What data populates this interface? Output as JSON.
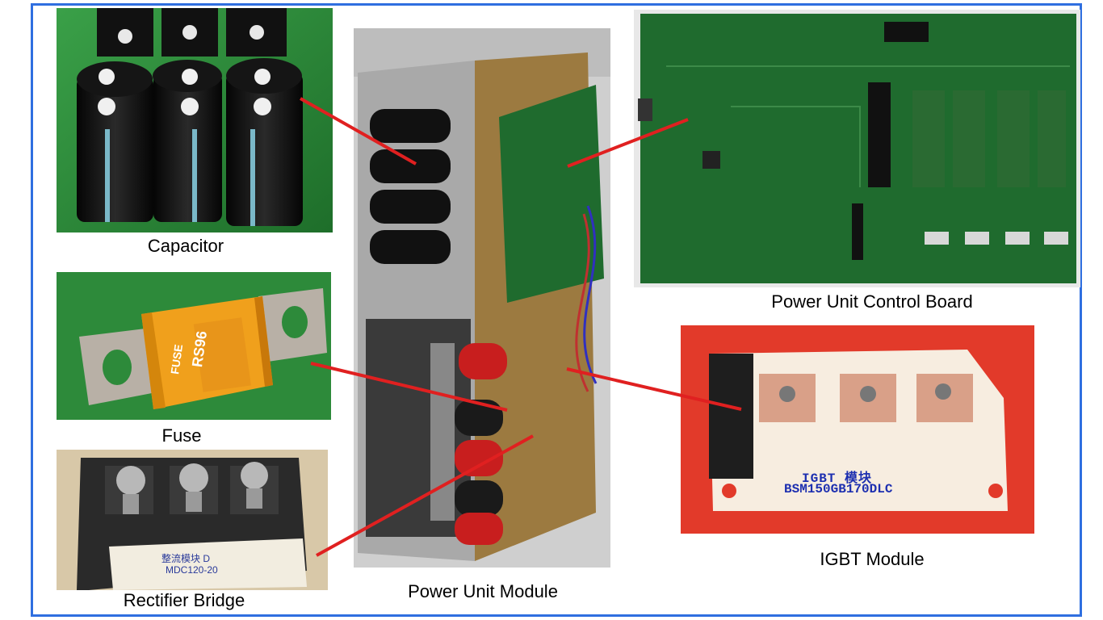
{
  "labels": {
    "capacitor": "Capacitor",
    "fuse": "Fuse",
    "rectifier": "Rectifier Bridge",
    "power_module": "Power Unit Module",
    "control_board": "Power Unit Control Board",
    "igbt": "IGBT Module"
  },
  "fuse_text": {
    "brand": "FUSE",
    "model": "RS96"
  },
  "igbt_text": {
    "line1": "IGBT 模块",
    "line2": "BSM150GB170DLC"
  },
  "rectifier_text": {
    "line1": "整流模块 D",
    "line2": "MDC120-20"
  },
  "colors": {
    "frame": "#2f6fe0",
    "connector": "#e02020",
    "green_bg": "#2e8b3a",
    "red_bg": "#e23a2a",
    "pcb": "#1f6b2e"
  }
}
